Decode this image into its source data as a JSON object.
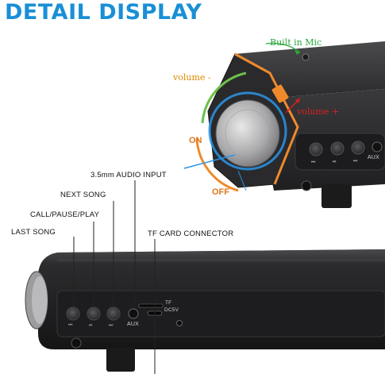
{
  "headline": "DETAIL DISPLAY",
  "top_view": {
    "mic_label": "Built in Mic",
    "volume_down_label": "volume -",
    "volume_up_label": "volume +",
    "on_label": "ON",
    "off_label": "OFF",
    "aux_label": "AUX"
  },
  "front_view": {
    "callouts": {
      "audio_input": "3.5mm AUDIO INPUT",
      "next_song": "NEXT SONG",
      "call_pause_play": "CALL/PAUSE/PLAY",
      "last_song": "LAST SONG",
      "tf_card": "TF CARD CONNECTOR"
    },
    "panel_labels": {
      "aux": "AUX",
      "tf": "TF",
      "dc5v": "DC5V"
    }
  },
  "colors": {
    "headline": "#1a8fd6",
    "mic_text": "#2aa63a",
    "volume_down_text": "#e08a00",
    "volume_up_text": "#d82020",
    "on_off_text": "#e0781e",
    "glow_blue": "#2a95e8",
    "ring_orange": "#ef8a2b",
    "ring_green": "#6cc04a",
    "device_dark": "#2b2b2d"
  }
}
